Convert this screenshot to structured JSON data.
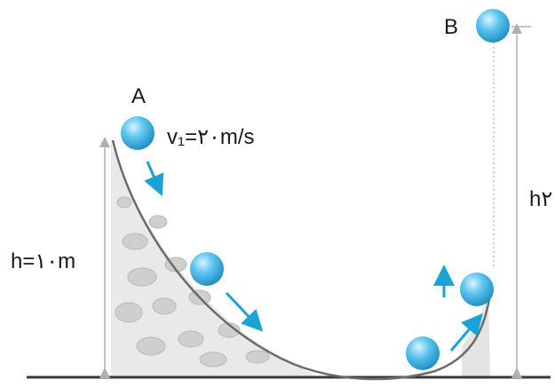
{
  "labels": {
    "point_a": "A",
    "point_b": "B",
    "velocity": "v₁=۲۰m/s",
    "height": "h=۱۰m",
    "height_2": "h۲"
  },
  "colors": {
    "ball": "#3fb4e6",
    "ball_highlight": "#c9efff",
    "arrow": "#1aa3d9",
    "track": "#6b6b6b",
    "ground": "#3a3a3a",
    "rock": "#c8c8c8",
    "guide": "#b0b0b0"
  }
}
